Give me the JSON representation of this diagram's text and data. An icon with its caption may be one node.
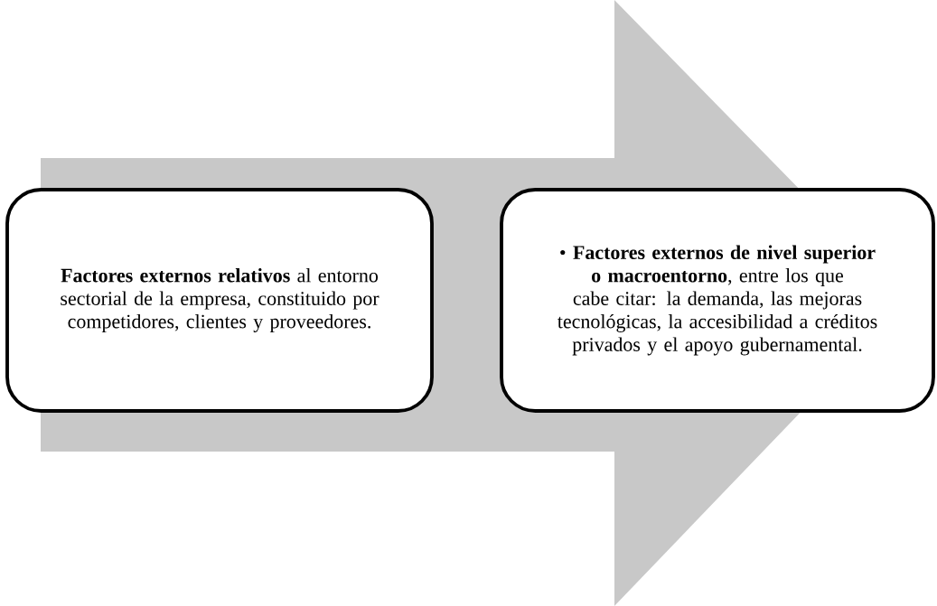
{
  "diagram": {
    "nodes": [
      {
        "text": [
          "**Factores externos relativos** al entorno sectorial de la empresa, constituido por competidores, clientes y proveedores."
        ]
      },
      {
        "text": [
          "• **Factores externos de nivel superior o macroentorno**, entre los que cabe citar: la demanda, las mejoras tecnológicas, la accesibilidad a créditos privados y el apoyo gubernamental."
        ]
      }
    ],
    "edges": [
      {
        "from": 0,
        "to": 1,
        "arrow": "to"
      }
    ]
  }
}
